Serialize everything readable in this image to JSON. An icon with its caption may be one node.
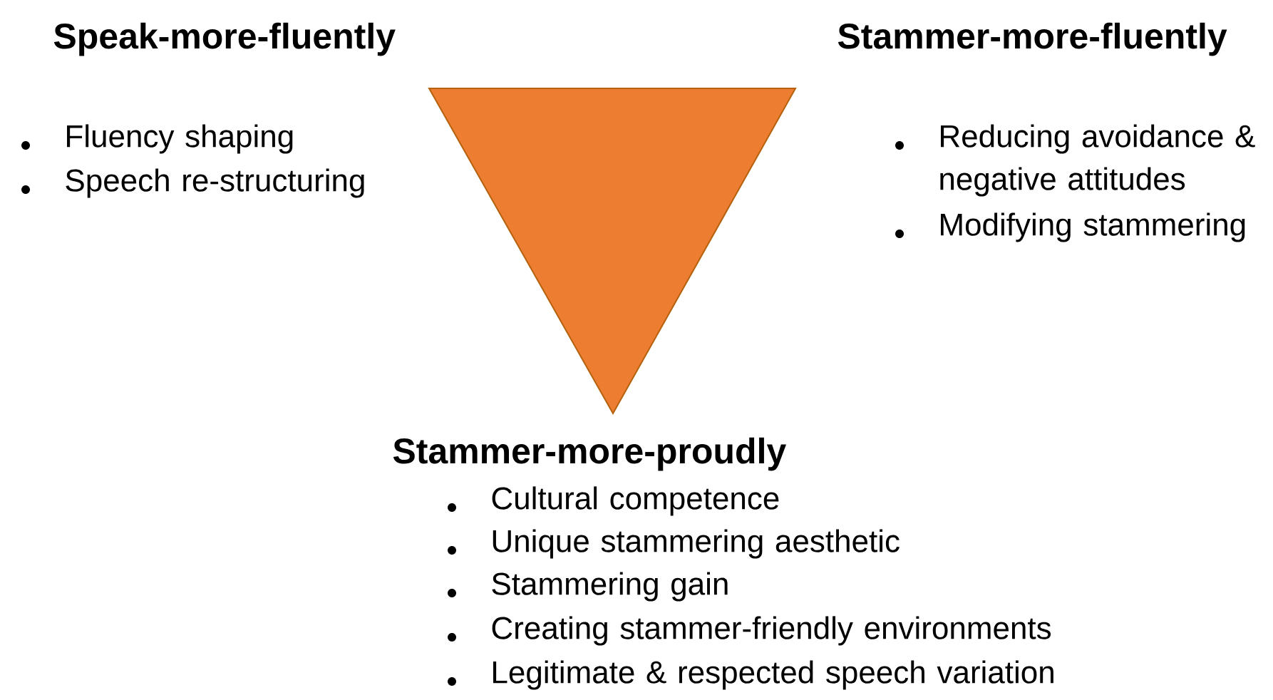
{
  "diagram": {
    "labels": [
      "Speak-more-fluently",
      "Fluency shaping",
      "Speech re-structuring",
      "Stammer-more-fluently",
      "Reducing avoidance & negative attitudes",
      "Modifying stammering",
      "Stammer-more-proudly",
      "Cultural competence",
      "Unique stammering aesthetic",
      "Stammering gain",
      "Creating stammer-friendly environments",
      "Legitimate & respected speech variation"
    ]
  }
}
